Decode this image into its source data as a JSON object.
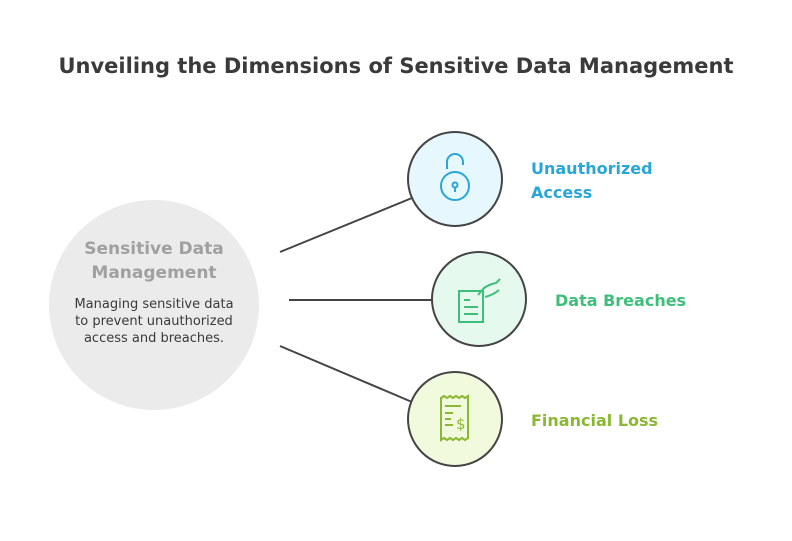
{
  "title": "Unveiling the Dimensions of Sensitive Data Management",
  "center": {
    "title": "Sensitive Data Management",
    "description": "Managing sensitive data to prevent unauthorized access and breaches."
  },
  "nodes": [
    {
      "label_line1": "Unauthorized",
      "label_line2": "Access",
      "icon": "unlocked-padlock-icon",
      "color": "#29a6d6",
      "fill": "#e6f7fd"
    },
    {
      "label": "Data Breaches",
      "icon": "hand-document-icon",
      "color": "#3dbf7a",
      "fill": "#e6f9ef"
    },
    {
      "label": "Financial Loss",
      "icon": "receipt-dollar-icon",
      "color": "#8ab832",
      "fill": "#f2fadd"
    }
  ]
}
